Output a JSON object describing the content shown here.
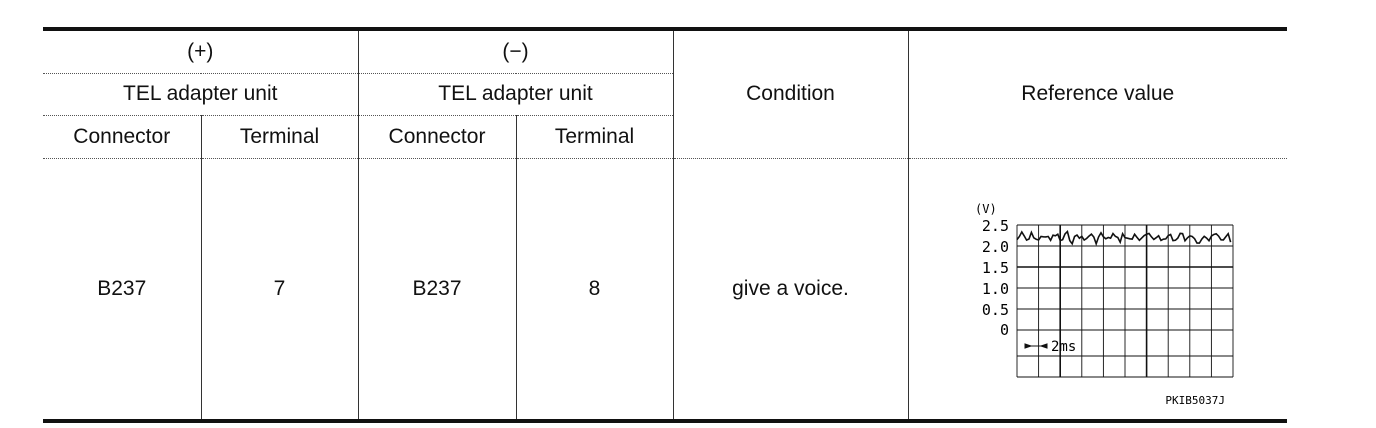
{
  "table": {
    "plus_header": "(+)",
    "minus_header": "(−)",
    "plus_unit": "TEL adapter unit",
    "minus_unit": "TEL adapter unit",
    "condition_header": "Condition",
    "reference_header": "Reference value",
    "connector_label": "Connector",
    "terminal_label": "Terminal",
    "row": {
      "plus_connector": "B237",
      "plus_terminal": "7",
      "minus_connector": "B237",
      "minus_terminal": "8",
      "condition": "give a voice."
    }
  },
  "scope": {
    "unit_label": "(V)",
    "y_ticks": [
      "2.5",
      "2.0",
      "1.5",
      "1.0",
      "0.5",
      "0"
    ],
    "time_label": "2ms",
    "figure_code": "PKIB5037J",
    "trace_level_v": 2.2
  }
}
